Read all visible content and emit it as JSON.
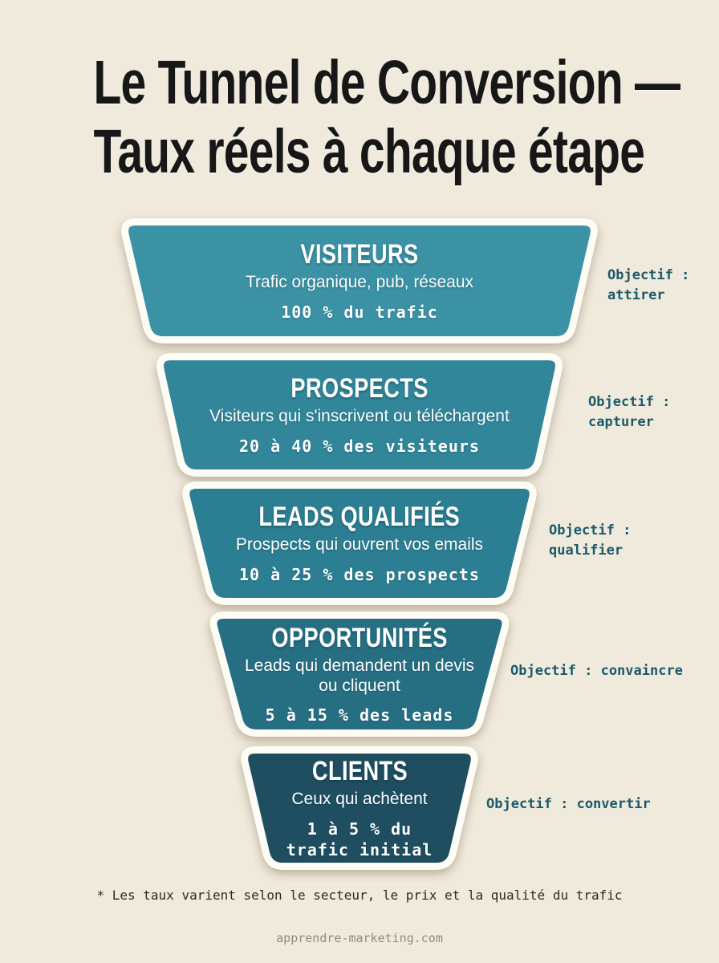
{
  "page": {
    "title_line1": "Le Tunnel de Conversion —",
    "title_line2": "Taux réels à chaque étape",
    "footnote": "* Les taux varient selon le secteur, le prix et la qualité du trafic",
    "website": "apprendre-marketing.com",
    "background_color": "#F0EADC",
    "border_color": "#FDFCF5",
    "objective_text_color": "#1A5A6B",
    "title_color": "#171717"
  },
  "funnel": {
    "stages": [
      {
        "title": "VISITEURS",
        "description": "Trafic organique, pub, réseaux",
        "rate": "100 % du trafic",
        "objective": "Objectif : attirer",
        "color": "#3B92A5"
      },
      {
        "title": "PROSPECTS",
        "description": "Visiteurs qui s'inscrivent ou téléchargent",
        "rate": "20 à 40 % des visiteurs",
        "objective": "Objectif : capturer",
        "color": "#31869A"
      },
      {
        "title": "LEADS QUALIFIÉS",
        "description": "Prospects qui ouvrent vos emails",
        "rate": "10 à 25 % des prospects",
        "objective": "Objectif : qualifier",
        "color": "#2C7E92"
      },
      {
        "title": "OPPORTUNITÉS",
        "description": "Leads qui demandent un devis ou cliquent",
        "rate": "5 à 15 % des leads",
        "objective": "Objectif : convaincre",
        "color": "#266F83"
      },
      {
        "title": "CLIENTS",
        "description": "Ceux qui achètent",
        "rate": "1 à 5 % du trafic initial",
        "objective": "Objectif : convertir",
        "color": "#1F4E61"
      }
    ]
  }
}
